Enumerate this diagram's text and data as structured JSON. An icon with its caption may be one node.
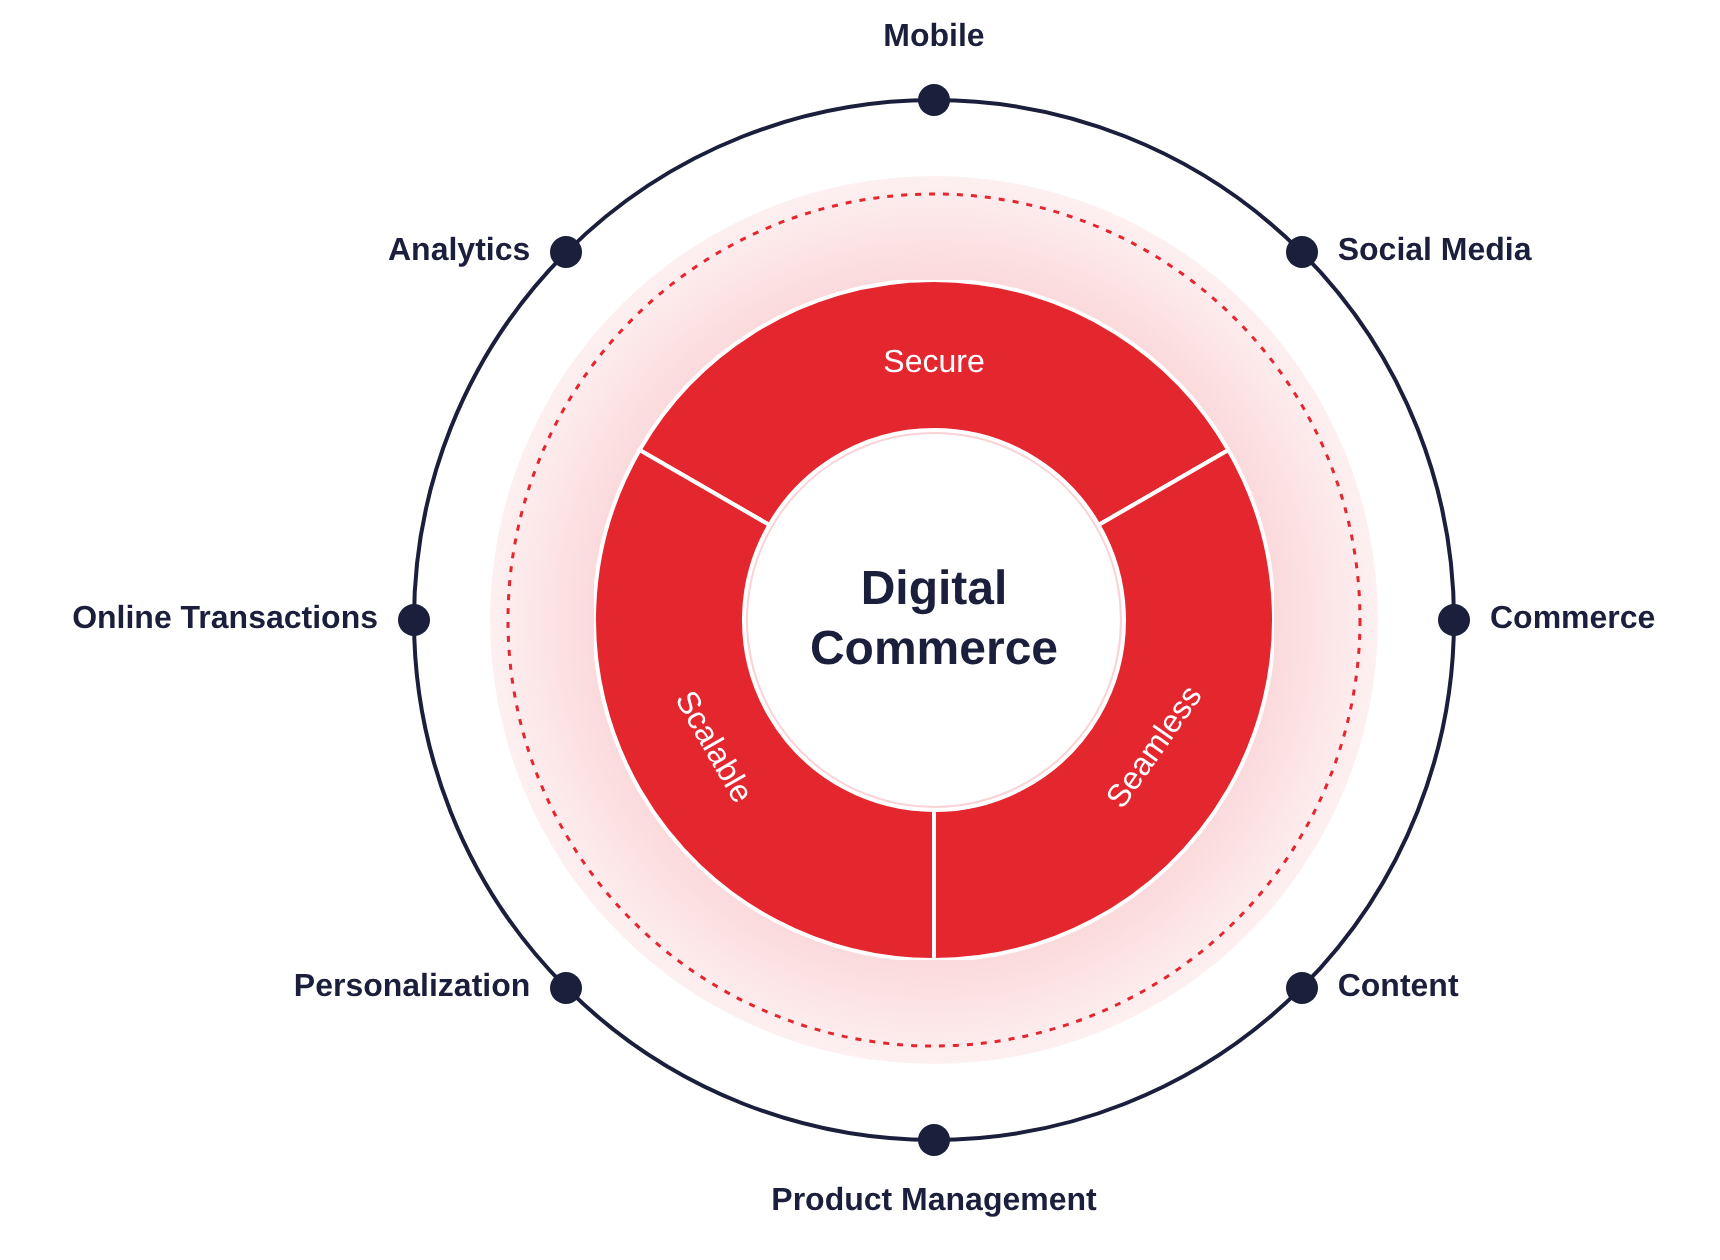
{
  "diagram": {
    "nodes": [
      {
        "text": [
          "Secure"
        ]
      },
      {
        "text": [
          "Scalable"
        ]
      },
      {
        "text": [
          "Seamless"
        ]
      },
      {
        "text": [
          "Digital Commerce"
        ]
      },
      {
        "text": [
          "Mobile"
        ]
      },
      {
        "text": [
          "Social Media"
        ]
      },
      {
        "text": [
          "Commerce"
        ]
      },
      {
        "text": [
          "Content"
        ]
      },
      {
        "text": [
          "Product Management"
        ]
      },
      {
        "text": [
          "Personalization"
        ]
      },
      {
        "text": [
          "Online Transactions"
        ]
      },
      {
        "text": [
          "Analytics"
        ]
      }
    ]
  }
}
